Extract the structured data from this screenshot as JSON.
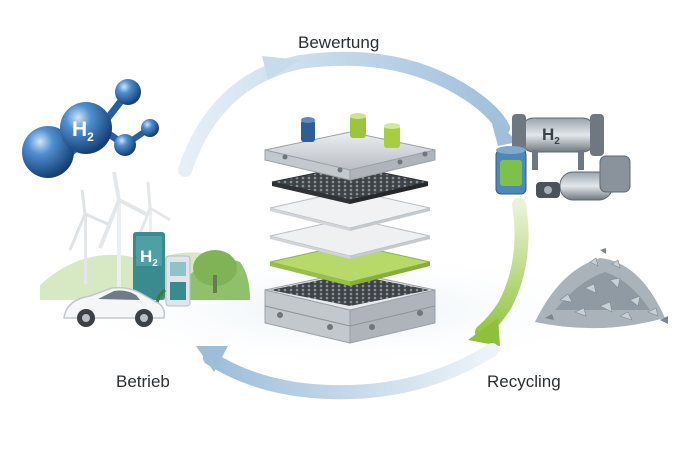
{
  "stages": {
    "evaluation": "Bewertung",
    "operation": "Betrieb",
    "recycling": "Recycling"
  },
  "icons": {
    "molecule_label": "H",
    "tank_label": "H",
    "station_label": "H",
    "subscript": "2"
  },
  "colors": {
    "arrow_blue": "#a9c6de",
    "arrow_green": "#a5cc55",
    "stack_gray": "#d3d7db",
    "membrane_green": "#b7d96a",
    "molecule_blue": "#2f6fb0"
  }
}
